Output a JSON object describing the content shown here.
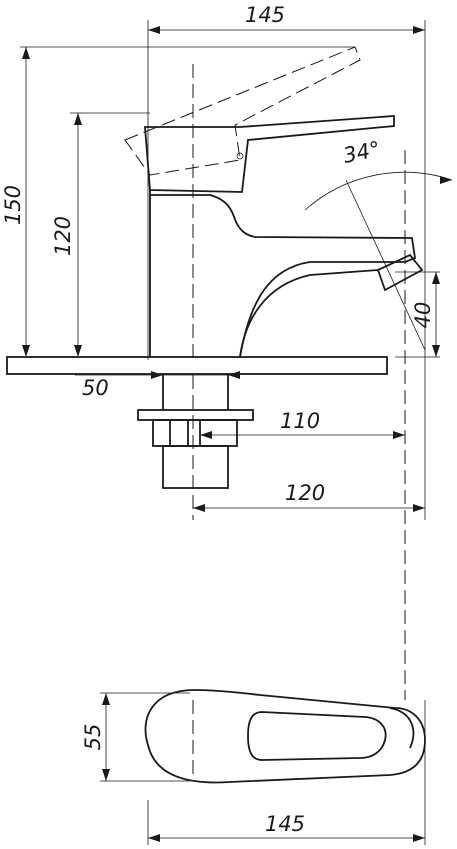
{
  "dimensions": {
    "top_width": "145",
    "height_total": "150",
    "height_body": "120",
    "angle": "34°",
    "spout_offset": "40",
    "base_diameter": "50",
    "spout_reach": "110",
    "spout_reach_full": "120",
    "plan_width": "55",
    "bottom_width": "145"
  }
}
